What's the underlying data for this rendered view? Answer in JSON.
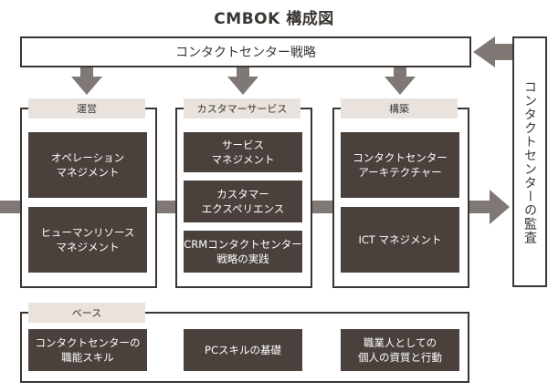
{
  "title": "CMBOK 構成図",
  "strategy": "コンタクトセンター戦略",
  "audit": "コンタクトセンターの監査",
  "columns": [
    {
      "tag": "運営",
      "boxes": [
        "オペレーション\nマネジメント",
        "ヒューマンリソース\nマネジメント"
      ]
    },
    {
      "tag": "カスタマーサービス",
      "boxes": [
        "サービス\nマネジメント",
        "カスタマー\nエクスペリエンス",
        "CRMコンタクトセンター\n戦略の実践"
      ]
    },
    {
      "tag": "構築",
      "boxes": [
        "コンタクトセンター\nアーキテクチャー",
        "ICT マネジメント"
      ]
    }
  ],
  "base": {
    "tag": "ベース",
    "boxes": [
      "コンタクトセンターの\n職能スキル",
      "PCスキルの基礎",
      "職業人としての\n個人の資質と行動"
    ]
  },
  "colors": {
    "dark": "#4a413d",
    "tag": "#e9e2dd",
    "arrow": "#7f7874",
    "line": "#3a3633"
  }
}
